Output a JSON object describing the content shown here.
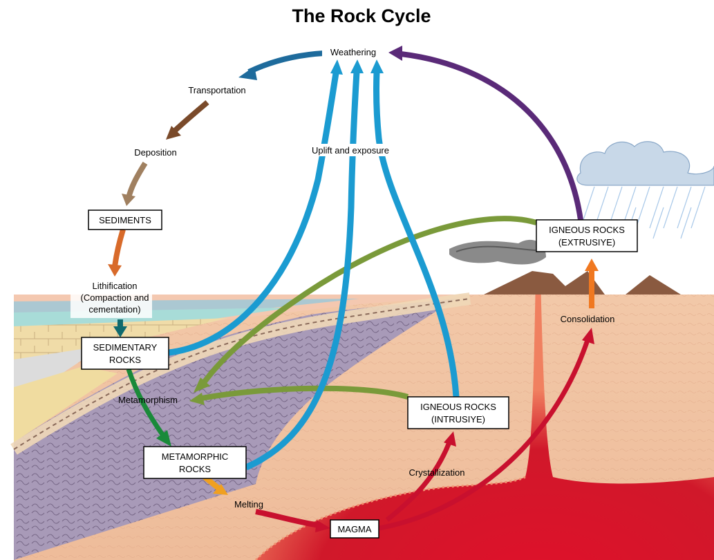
{
  "title": "The Rock Cycle",
  "processes": {
    "weathering": "Weathering",
    "transportation": "Transportation",
    "deposition": "Deposition",
    "uplift": "Uplift and exposure",
    "lithification_1": "Lithification",
    "lithification_2": "(Compaction and",
    "lithification_3": "cementation)",
    "metamorphism": "Metamorphism",
    "melting": "Melting",
    "crystallization": "Crystallization",
    "consolidation": "Consolidation"
  },
  "boxes": {
    "sediments": "SEDIMENTS",
    "sedimentary_1": "SEDIMENTARY",
    "sedimentary_2": "ROCKS",
    "metamorphic_1": "METAMORPHIC",
    "metamorphic_2": "ROCKS",
    "magma": "MAGMA",
    "igneous_intrusive_1": "IGNEOUS ROCKS",
    "igneous_intrusive_2": "(INTRUSIYE)",
    "igneous_extrusive_1": "IGNEOUS ROCKS",
    "igneous_extrusive_2": "(EXTRUSIYE)"
  },
  "colors": {
    "weathering_arrows": "#1b9bd1",
    "transport_arrow": "#1e6b9c",
    "deposition_arrow": "#7a4a2a",
    "sediments_arrow": "#a08060",
    "lithification_arrow": "#d86a2a",
    "compaction_arrow": "#0f6a6e",
    "metamorphism_arrows": "#7a9a3a",
    "sed_to_meta_arrow": "#1a8a3a",
    "melting_arrow": "#f0a020",
    "magma_arrows": "#c8102e",
    "extrusive_weathering_arrow": "#5a2a78",
    "consolidation_arrow": "#f07820",
    "crust": "#f2c8a8",
    "metamorphic_zone": "#a89ab8",
    "magma_zone": "#d01828",
    "cloud": "#c8d8e8",
    "rain": "#a8c8e8"
  }
}
